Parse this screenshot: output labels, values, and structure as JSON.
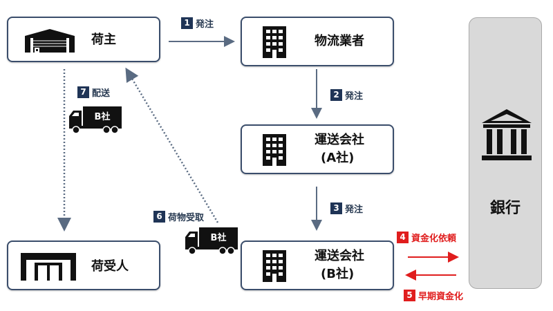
{
  "nodes": {
    "shipper": "荷主",
    "logistics": "物流業者",
    "carrier_a_line1": "運送会社",
    "carrier_a_line2": "(A社)",
    "carrier_b_line1": "運送会社",
    "carrier_b_line2": "(B社)",
    "consignee": "荷受人",
    "bank": "銀行"
  },
  "steps": [
    {
      "num": "1",
      "label": "発注"
    },
    {
      "num": "2",
      "label": "発注"
    },
    {
      "num": "3",
      "label": "発注"
    },
    {
      "num": "4",
      "label": "資金化依頼"
    },
    {
      "num": "5",
      "label": "早期資金化"
    },
    {
      "num": "6",
      "label": "荷物受取"
    },
    {
      "num": "7",
      "label": "配送"
    }
  ],
  "trucks": {
    "label": "B社"
  },
  "colors": {
    "navy": "#1f3456",
    "red": "#e01d1d",
    "bank_bg": "#d9d9d9",
    "arrow": "#5a6b82"
  },
  "icons": [
    "warehouse-icon",
    "building-icon",
    "bank-icon",
    "truck-icon",
    "shop-icon"
  ]
}
